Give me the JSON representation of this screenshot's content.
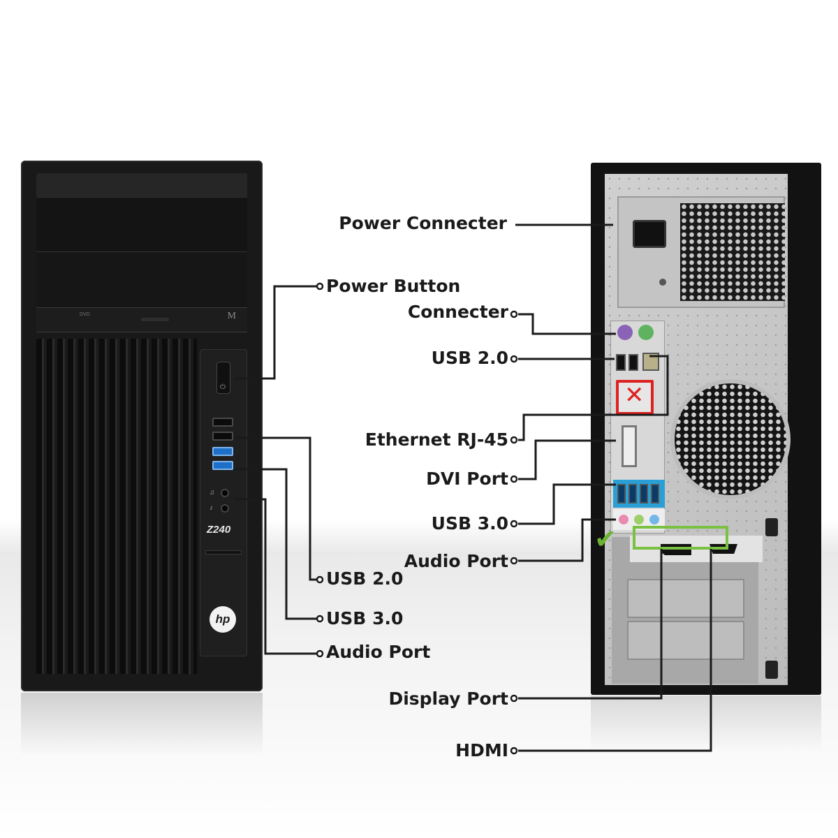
{
  "front": {
    "model_label": "Z240",
    "logo_text": "hp",
    "odd_mark": "M",
    "odd_dvd_text": "DVD"
  },
  "callouts": {
    "power_connecter": "Power Connecter",
    "power_button": "Power Button",
    "connecter": "Connecter",
    "rear_usb_2": "USB 2.0",
    "ethernet": "Ethernet RJ-45",
    "dvi_port": "DVI Port",
    "rear_usb_3": "USB 3.0",
    "rear_audio": "Audio Port",
    "front_usb_2": "USB 2.0",
    "front_usb_3": "USB 3.0",
    "front_audio": "Audio Port",
    "display_port": "Display Port",
    "hdmi": "HDMI"
  },
  "colors": {
    "highlight_good": "#7ac143",
    "highlight_bad": "#dd2222",
    "usb3_blue": "#2a9fd6",
    "ps2_keyboard": "#8a62b6",
    "ps2_mouse": "#5fb35f"
  },
  "icons": [
    "power-icon",
    "checkmark-icon",
    "cross-icon",
    "headphone-icon",
    "microphone-icon"
  ]
}
